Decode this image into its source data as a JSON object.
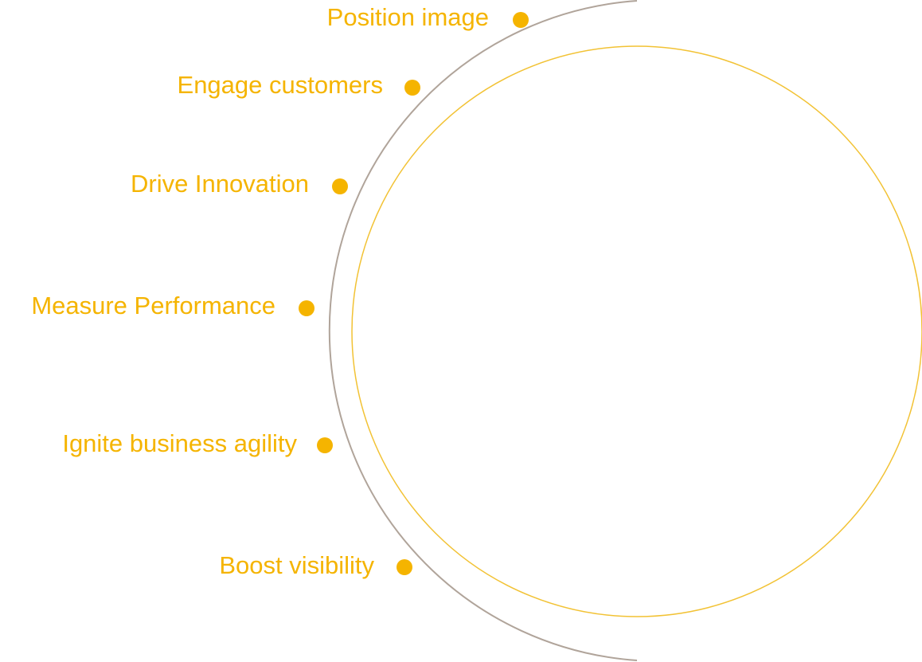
{
  "diagram": {
    "colors": {
      "accent": "#F5B400",
      "arc": "#B0A49A",
      "inner_circle": "#F2C234",
      "background": "#FFFFFF"
    },
    "items": [
      {
        "label": "Position image"
      },
      {
        "label": "Engage customers"
      },
      {
        "label": "Drive Innovation"
      },
      {
        "label": "Measure Performance"
      },
      {
        "label": "Ignite business agility"
      },
      {
        "label": "Boost visibility"
      }
    ]
  }
}
